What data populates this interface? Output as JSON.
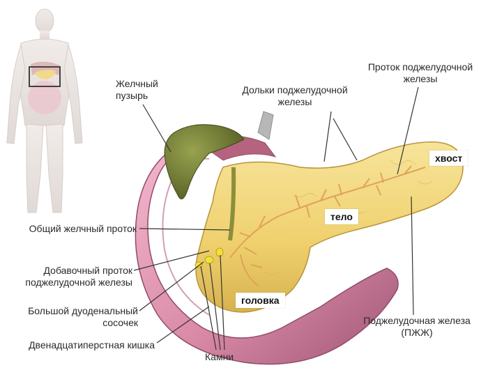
{
  "labels": {
    "gallbladder": "Желчный\nпузырь",
    "lobules": "Дольки поджелудочной\nжелезы",
    "pancreatic_duct": "Проток поджелудочной\nжелезы",
    "common_bile_duct": "Общий желчный проток",
    "accessory_duct": "Добавочный проток\nподжелудочной железы",
    "duodenal_papilla": "Большой дуоденальный\nсосочек",
    "duodenum": "Двенадцатиперстная кишка",
    "stones": "Камни",
    "pancreas": "Поджелудочная железа\n(ПЖЖ)"
  },
  "regions": {
    "tail": "хвост",
    "body": "тело",
    "head": "головка"
  },
  "colors": {
    "pancreas": "#f2d77a",
    "duodenum": "#d98aa6",
    "gallbladder": "#6f7a32",
    "stones": "#f4e03a"
  }
}
